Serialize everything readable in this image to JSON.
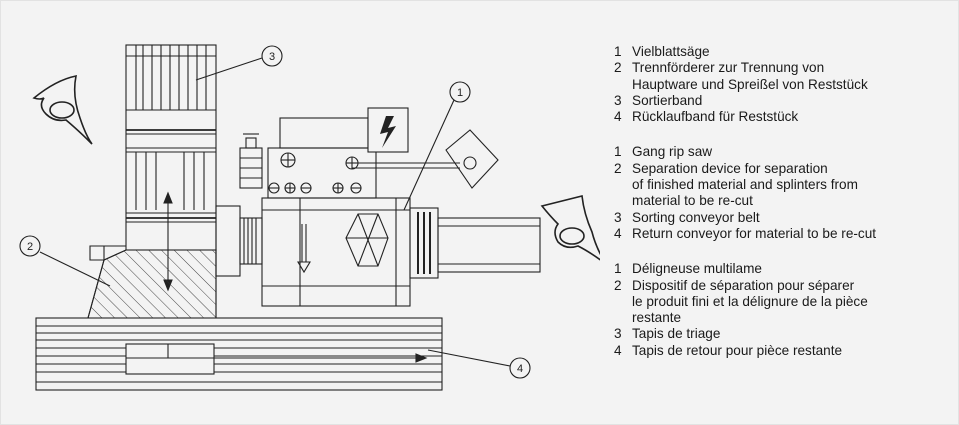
{
  "callouts": [
    "1",
    "2",
    "3",
    "4"
  ],
  "legend": {
    "german": [
      {
        "num": "1",
        "text": "Vielblattsäge"
      },
      {
        "num": "2",
        "text": "Trennförderer zur Trennung von\nHauptware und Spreißel von Reststück"
      },
      {
        "num": "3",
        "text": "Sortierband"
      },
      {
        "num": "4",
        "text": "Rücklaufband für Reststück"
      }
    ],
    "english": [
      {
        "num": "1",
        "text": "Gang rip saw"
      },
      {
        "num": "2",
        "text": "Separation device for separation\nof finished material and splinters from\nmaterial to be re-cut"
      },
      {
        "num": "3",
        "text": "Sorting conveyor belt"
      },
      {
        "num": "4",
        "text": "Return conveyor for material to be re-cut"
      }
    ],
    "french": [
      {
        "num": "1",
        "text": "Déligneuse multilame"
      },
      {
        "num": "2",
        "text": "Dispositif de séparation pour séparer\nle produit  fini et la délignure de la pièce\nrestante"
      },
      {
        "num": "3",
        "text": "Tapis de triage"
      },
      {
        "num": "4",
        "text": "Tapis de retour pour pièce restante"
      }
    ]
  },
  "colors": {
    "line": "#222222",
    "background": "#f3f3f3"
  },
  "icons": [
    "lightning-warning-icon",
    "hand-pointer-icon"
  ]
}
